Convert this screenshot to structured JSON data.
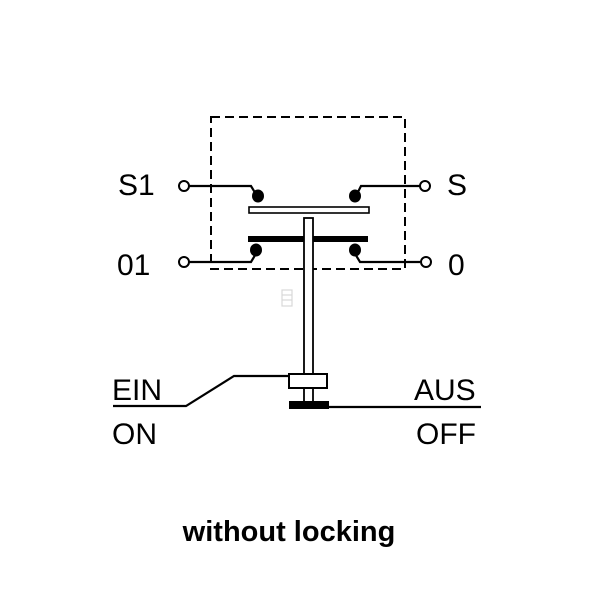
{
  "terminals": {
    "s1": "S1",
    "s": "S",
    "o1": "01",
    "o": "0"
  },
  "positions": {
    "on_top": "EIN",
    "on_bottom": "ON",
    "off_top": "AUS",
    "off_bottom": "OFF"
  },
  "caption": "without locking"
}
